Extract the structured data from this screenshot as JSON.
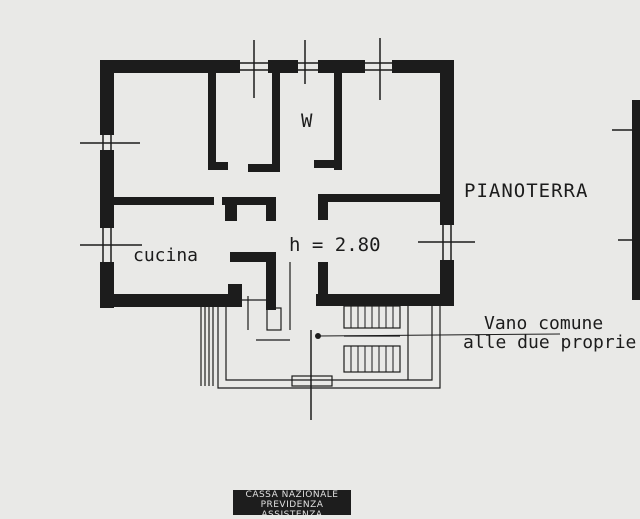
{
  "plan": {
    "room_w_label": "W",
    "room_kitchen_label": "cucina",
    "ceiling_height_label": "h = 2.80",
    "floor_label": "PIANOTERRA",
    "common_area_line1": "Vano comune",
    "common_area_line2": "alle due proprie"
  },
  "stamp": {
    "line1": "CASSA NAZIONALE",
    "line2": "PREVIDENZA ASSISTENZA"
  },
  "colors": {
    "paper": "#e9e9e7",
    "ink": "#1c1c1c"
  }
}
